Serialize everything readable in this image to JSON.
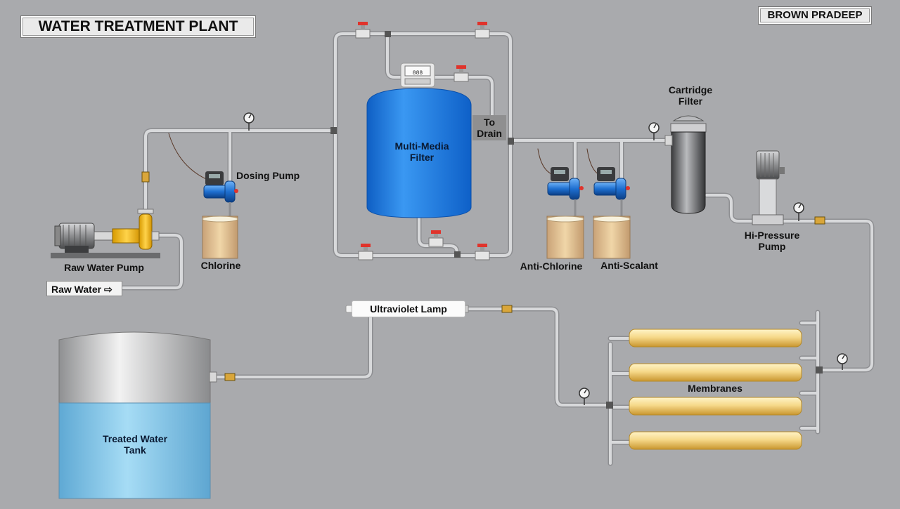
{
  "title": "WATER TREATMENT PLANT",
  "author": "BROWN PRADEEP",
  "labels": {
    "raw_water_pump": "Raw Water Pump",
    "raw_water": "Raw Water",
    "raw_water_arrow": "⇨",
    "chlorine": "Chlorine",
    "dosing_pump": "Dosing Pump",
    "multi_media_filter_line1": "Multi-Media",
    "multi_media_filter_line2": "Filter",
    "to_drain_line1": "To",
    "to_drain_line2": "Drain",
    "anti_chlorine": "Anti-Chlorine",
    "anti_scalant": "Anti-Scalant",
    "cartridge_filter_line1": "Cartridge",
    "cartridge_filter_line2": "Filter",
    "hi_pressure_pump_line1": "Hi-Pressure",
    "hi_pressure_pump_line2": "Pump",
    "ultraviolet_lamp": "Ultraviolet Lamp",
    "membranes": "Membranes",
    "treated_water_tank_line1": "Treated Water",
    "treated_water_tank_line2": "Tank"
  },
  "controller_display": "888",
  "colors": {
    "background": "#a9aaad",
    "pipe": "#d4d5d7",
    "filter_blue": "#1f7fe6",
    "membrane_yellow": "#f0d27a",
    "tank_water": "#7fc3e8",
    "pump_blue": "#1e6fd0",
    "valve_red": "#e0332b"
  }
}
